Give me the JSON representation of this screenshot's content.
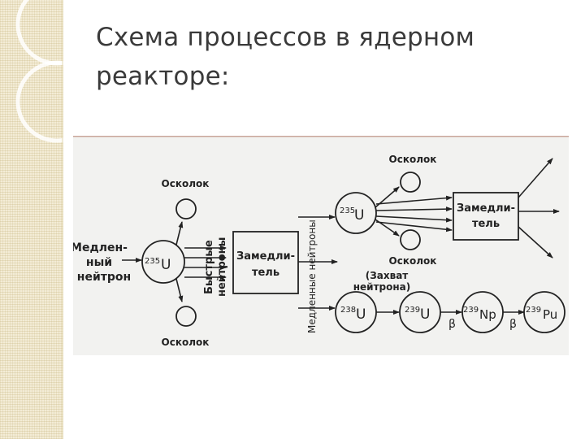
{
  "slide": {
    "title_line1": "Схема процессов в ядерном",
    "title_line2": "реакторе:"
  },
  "diagram": {
    "fragment": "Осколок",
    "slow_neutron_1": "Медлен-",
    "slow_neutron_2": "ный",
    "slow_neutron_3": "нейтрон",
    "fast_neutrons_1": "Быстрые",
    "fast_neutrons_2": "нейтроны",
    "moderator_1": "Замедли-",
    "moderator_2": "тель",
    "slow_neutrons": "Медленные нейтроны",
    "capture_1": "(Захват",
    "capture_2": "нейтрона)",
    "u235_mass": "235",
    "u238_mass": "238",
    "u239_mass": "239",
    "np239_mass": "239",
    "pu239_mass": "239",
    "uranium": "U",
    "neptunium": "Np",
    "plutonium": "Pu",
    "beta": "β"
  }
}
